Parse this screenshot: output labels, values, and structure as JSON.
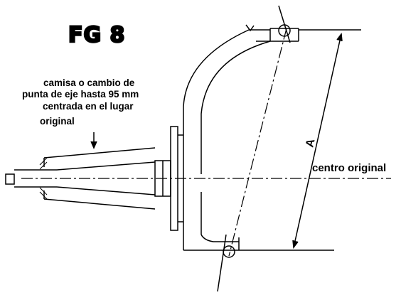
{
  "title": "FG 8",
  "note": {
    "line1": "camisa o  cambio de",
    "line2": "punta de eje  hasta 95 mm",
    "line3": "centrada en el lugar",
    "line4": "original"
  },
  "labels": {
    "dimension": "A",
    "center": "centro original"
  }
}
